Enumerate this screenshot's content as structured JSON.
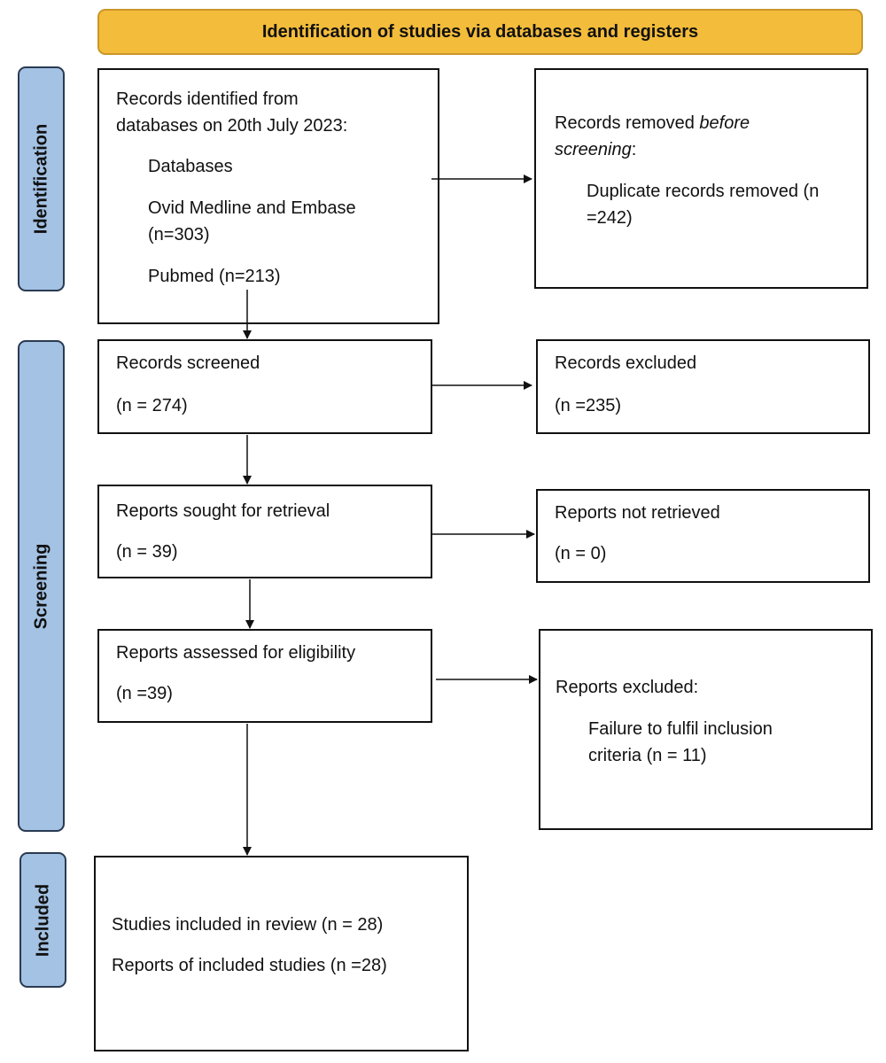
{
  "header": {
    "title": "Identification of studies via databases and registers"
  },
  "phases": {
    "identification": "Identification",
    "screening": "Screening",
    "included": "Included"
  },
  "identified": {
    "line1": "Records identified from",
    "line2": "databases on 20th July 2023:",
    "databases_label": "Databases",
    "ovid_line1": "Ovid Medline and Embase",
    "ovid_line2": "(n=303)",
    "pubmed": "Pubmed (n=213)"
  },
  "removed": {
    "line1_prefix": "Records removed ",
    "line1_italic": "before",
    "line2_italic": "screening",
    "line2_suffix": ":",
    "dup_line1": "Duplicate records removed (n",
    "dup_line2": "=242)"
  },
  "screened": {
    "label": "Records screened",
    "count": "(n = 274)"
  },
  "excluded": {
    "label": "Records excluded",
    "count": "(n =235)"
  },
  "sought": {
    "label": "Reports sought for retrieval",
    "count": "(n = 39)"
  },
  "not_retrieved": {
    "label": "Reports not retrieved",
    "count": "(n = 0)"
  },
  "assessed": {
    "label": "Reports assessed for eligibility",
    "count": "(n =39)"
  },
  "reports_excluded": {
    "label": "Reports excluded:",
    "reason_line1": "Failure to fulfil inclusion",
    "reason_line2": "criteria (n = 11)"
  },
  "included": {
    "studies": "Studies included in review (n = 28)",
    "reports": "Reports of included studies (n =28)"
  }
}
